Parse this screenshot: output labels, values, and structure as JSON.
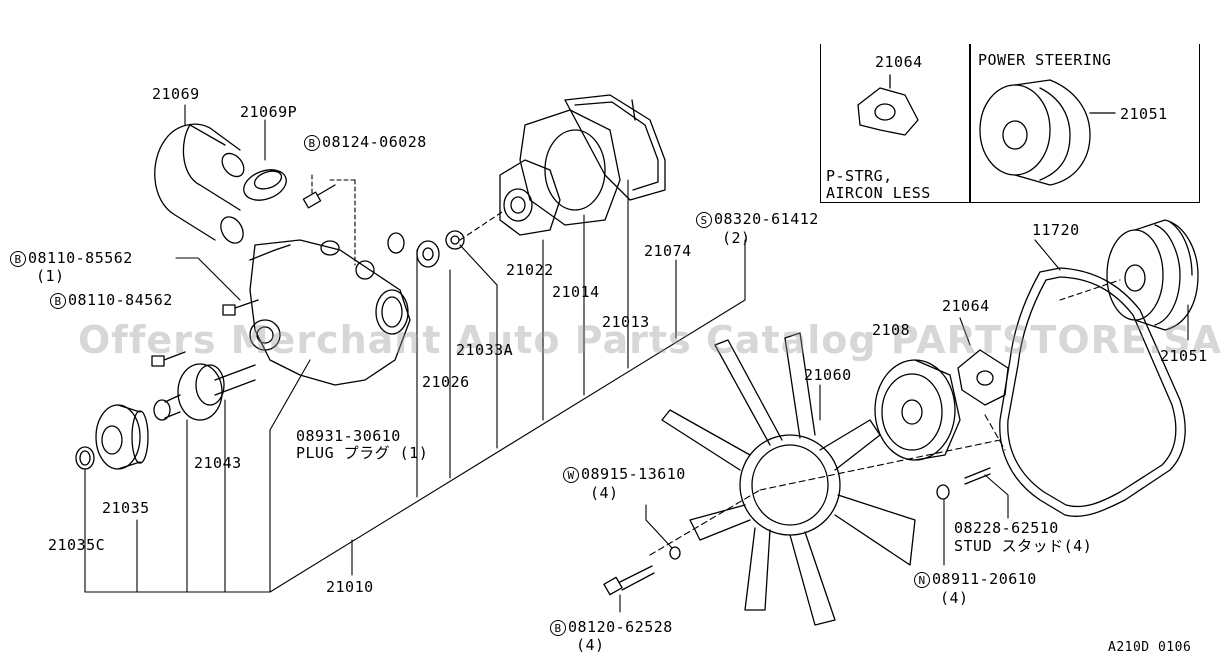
{
  "watermark": "Offers Merchant Auto Parts Catalog PARTSTORE.SA",
  "diagram_code": "A210D 0106",
  "inset_power_steering": {
    "title": "POWER STEERING",
    "part_pulley": "21051"
  },
  "inset_pstrg": {
    "part_bracket": "21064",
    "note_line1": "P-STRG,",
    "note_line2": "AIRCON LESS"
  },
  "labels": {
    "p21069": "21069",
    "p21069P": "21069P",
    "b08124": "08124-06028",
    "b08110_85562": "08110-85562",
    "b08110_85562_qty": "(1)",
    "b08110_84562": "08110-84562",
    "p21043": "21043",
    "p21035": "21035",
    "p21035C": "21035C",
    "p08931": "08931-30610",
    "plug": "PLUG プラグ (1)",
    "p21026": "21026",
    "p21033A": "21033A",
    "p21022": "21022",
    "p21014": "21014",
    "p21013": "21013",
    "p21074": "21074",
    "s08320": "08320-61412",
    "s08320_qty": "(2)",
    "p21010": "21010",
    "p11720": "11720",
    "p21051": "21051",
    "p21064": "21064",
    "p2108": "2108",
    "p21060": "21060",
    "w08915": "08915-13610",
    "w08915_qty": "(4)",
    "p08228": "08228-62510",
    "stud": "STUD スタッド(4)",
    "n08911": "08911-20610",
    "n08911_qty": "(4)",
    "b08120": "08120-62528",
    "b08120_qty": "(4)"
  },
  "markers": {
    "b": "B",
    "s": "S",
    "w": "W",
    "n": "N"
  }
}
